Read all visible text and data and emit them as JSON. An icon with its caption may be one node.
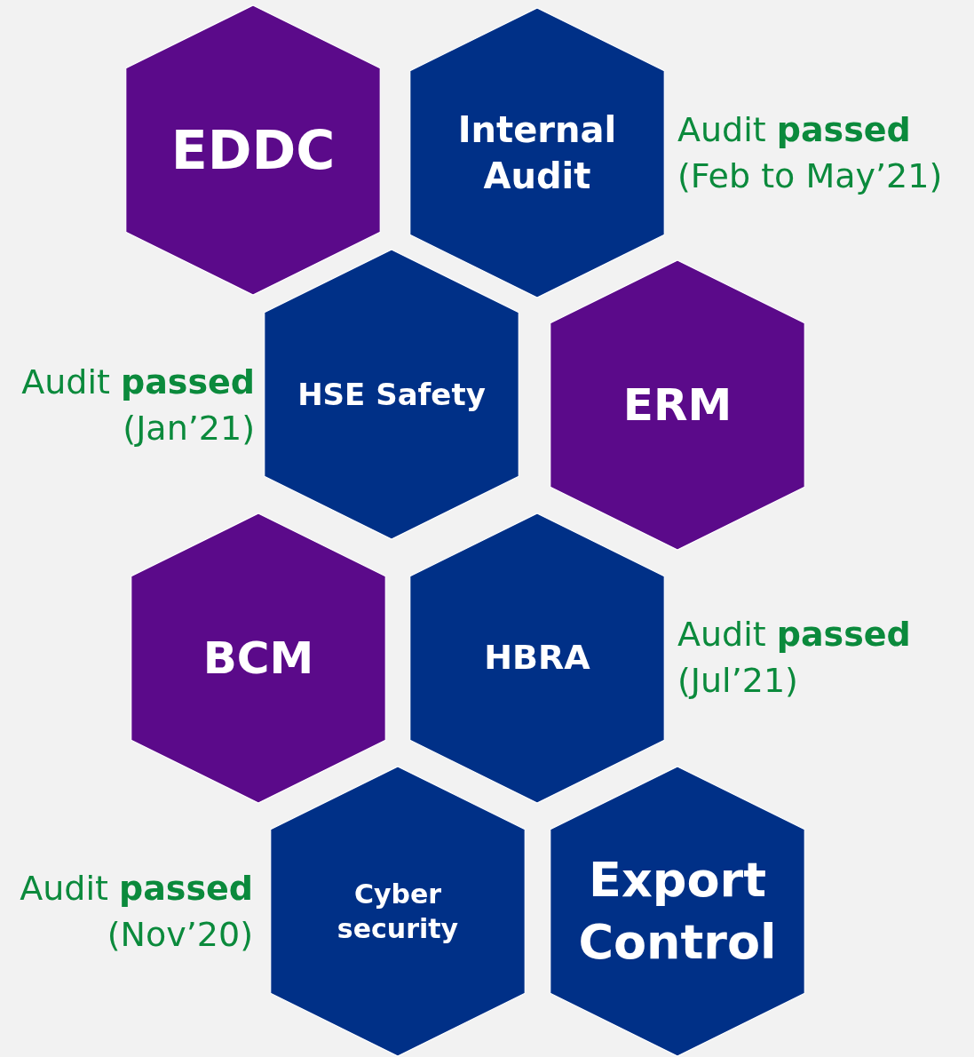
{
  "diagram": {
    "nodes": [
      {
        "text": [
          "EDDC"
        ]
      },
      {
        "text": [
          "Internal Audit"
        ],
        "beside": [
          "Audit **passed** (Feb to May’21)"
        ]
      },
      {
        "text": [
          "HSE Safety"
        ],
        "beside": [
          "Audit **passed** (Jan’21)"
        ]
      },
      {
        "text": [
          "ERM"
        ]
      },
      {
        "text": [
          "BCM"
        ]
      },
      {
        "text": [
          "HBRA"
        ],
        "beside": [
          "Audit **passed** (Jul’21)"
        ]
      },
      {
        "text": [
          "Cyber security"
        ],
        "beside": [
          "Audit **passed** (Nov’20)"
        ]
      },
      {
        "text": [
          "Export Control"
        ]
      }
    ]
  }
}
